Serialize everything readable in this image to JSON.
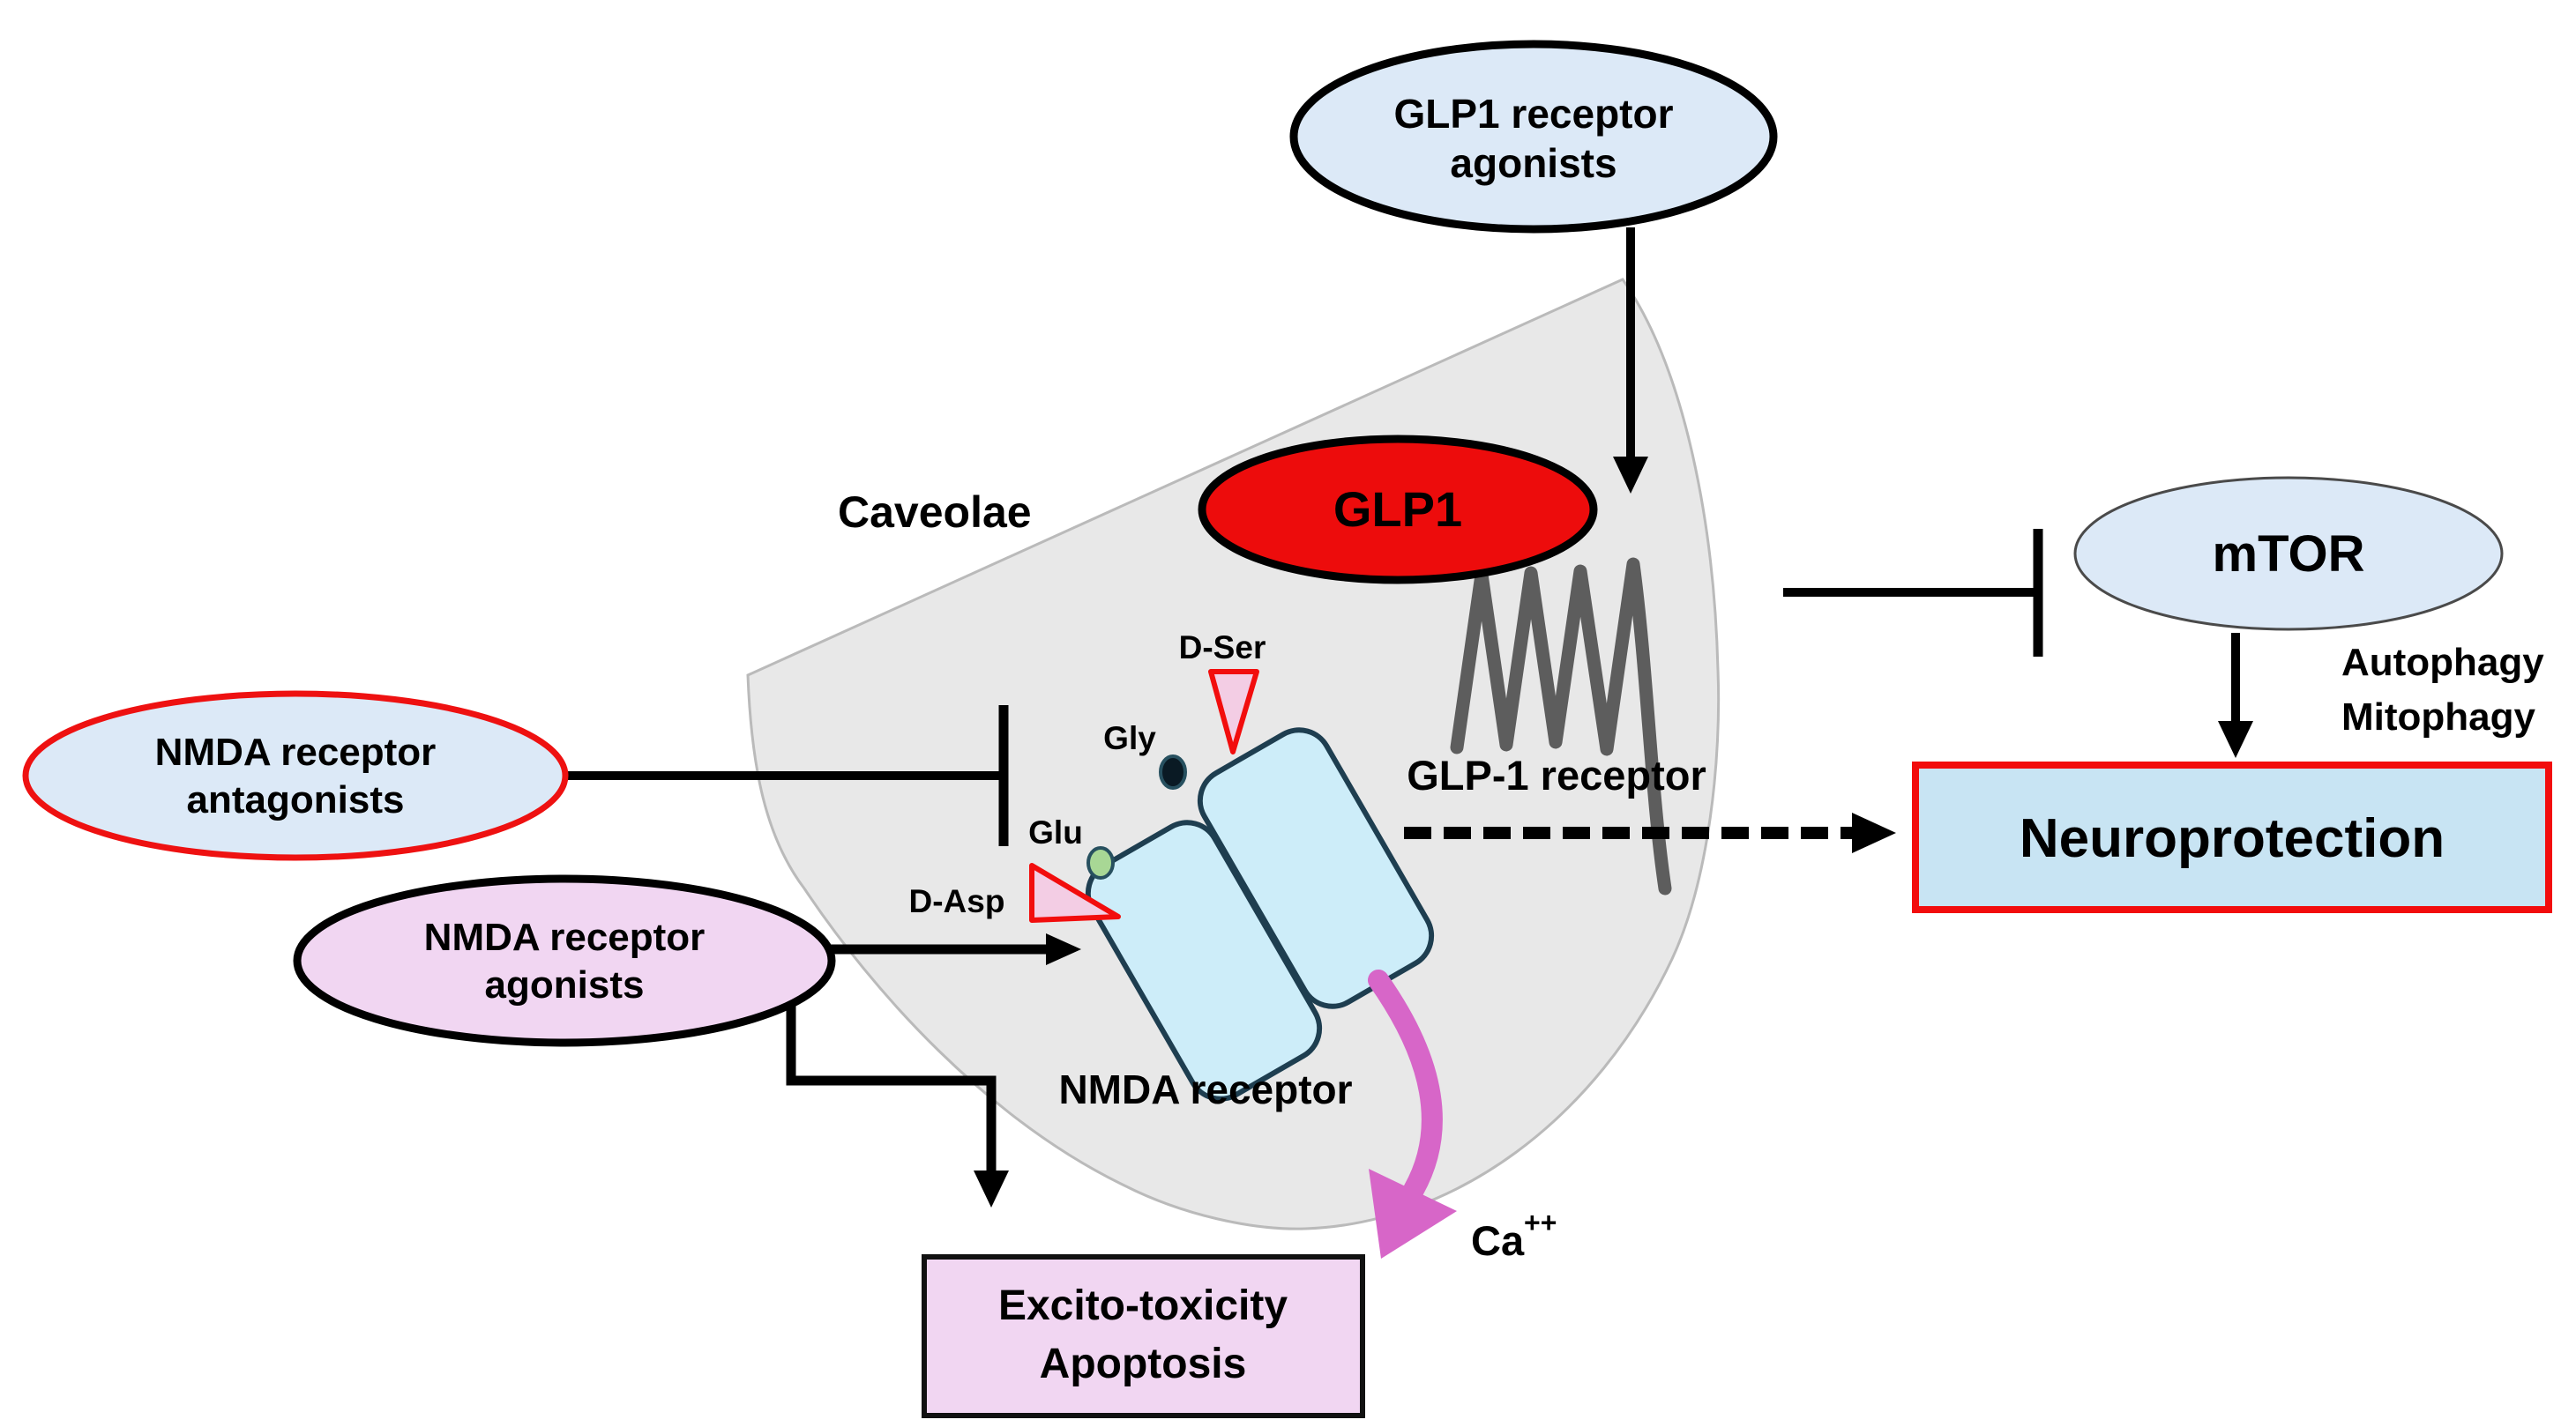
{
  "diagram_title": "GLP1 receptor and NMDA receptor signaling in caveolae",
  "colors": {
    "pale_blue_fill": "#dce9f7",
    "pink_fill": "#f1d6f2",
    "red_fill": "#ed0c0c",
    "neuroprotection_fill": "#c8e4f3",
    "cell_fill": "#e8e8e8",
    "cell_stroke": "#bababa",
    "receptor_fill": "#cdedf9",
    "receptor_stroke": "#1e3e50",
    "red_stroke": "#f20d0d",
    "black": "#000000",
    "zigzag_gray": "#5d5d5d",
    "calcium_arrow_pink": "#d766c8",
    "ligand_triangle_fill": "#f3cde4",
    "gly_dot_fill": "#0a1a24",
    "glu_dot_fill": "#a8d795"
  },
  "nodes": {
    "glp1_agonists": {
      "line1": "GLP1 receptor",
      "line2": "agonists"
    },
    "nmda_antagonists": {
      "line1": "NMDA receptor",
      "line2": "antagonists"
    },
    "nmda_agonists": {
      "line1": "NMDA receptor",
      "line2": "agonists"
    },
    "glp1": {
      "label": "GLP1"
    },
    "mtor": {
      "label": "mTOR"
    },
    "neuroprotection": {
      "label": "Neuroprotection"
    },
    "excitotoxicity": {
      "line1": "Excito-toxicity",
      "line2": "Apoptosis"
    }
  },
  "labels": {
    "caveolae": "Caveolae",
    "glp1_receptor": "GLP-1 receptor",
    "nmda_receptor": "NMDA receptor",
    "d_ser": "D-Ser",
    "gly": "Gly",
    "glu": "Glu",
    "d_asp": "D-Asp",
    "calcium": "Ca",
    "calcium_sup": "++",
    "autophagy": "Autophagy",
    "mitophagy": "Mitophagy"
  }
}
